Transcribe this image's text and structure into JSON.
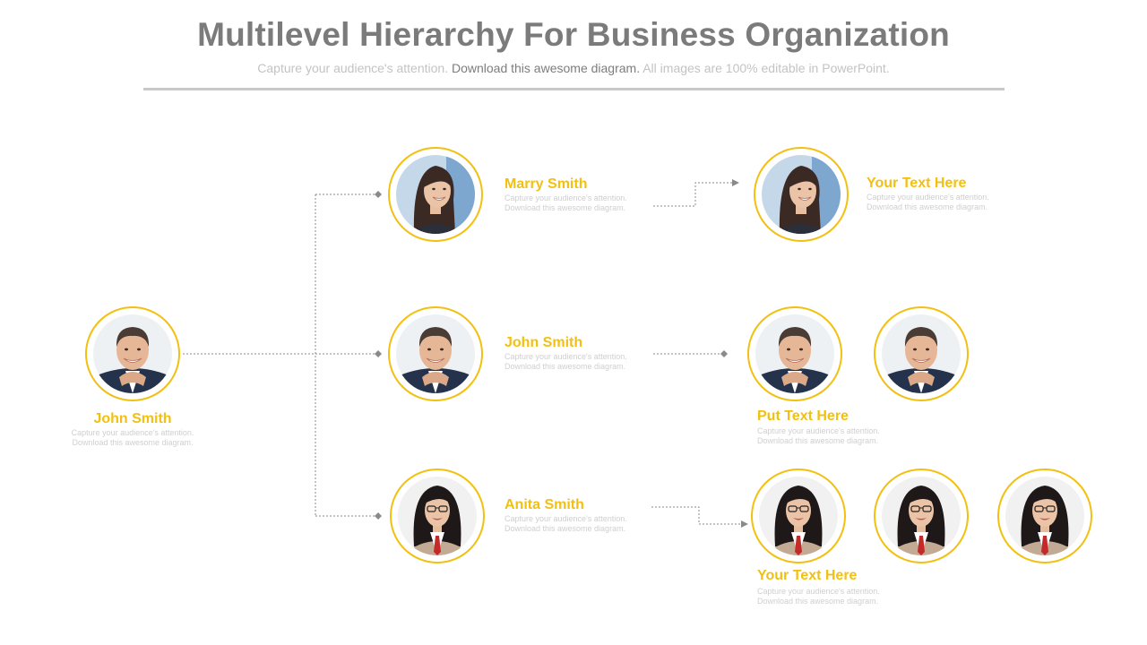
{
  "title": "Multilevel Hierarchy For Business Organization",
  "subtitle": {
    "part1": "Capture your audience's attention.",
    "part2": "Download this awesome diagram.",
    "part3": "All images are 100% editable in PowerPoint."
  },
  "colors": {
    "accent": "#f2c010",
    "title": "#7b7b7b",
    "connector": "#8a8a8a",
    "muted": "#cfcfcf"
  },
  "nodes": {
    "root": {
      "name": "John Smith",
      "desc1": "Capture your audience's attention.",
      "desc2": "Download this awesome diagram.",
      "icon": "businessman-avatar-icon"
    },
    "level1": [
      {
        "name": "Marry Smith",
        "desc1": "Capture your audience's attention.",
        "desc2": "Download this awesome diagram.",
        "icon": "businesswoman-avatar-icon"
      },
      {
        "name": "John Smith",
        "desc1": "Capture your audience's attention.",
        "desc2": "Download this awesome diagram.",
        "icon": "businessman-avatar-icon"
      },
      {
        "name": "Anita Smith",
        "desc1": "Capture your audience's attention.",
        "desc2": "Download this awesome diagram.",
        "icon": "glasses-businesswoman-avatar-icon"
      }
    ],
    "level2": [
      {
        "name": "Your Text Here",
        "desc1": "Capture your audience's attention.",
        "desc2": "Download this awesome diagram.",
        "count": 1
      },
      {
        "name": "Put Text Here",
        "desc1": "Capture your audience's attention.",
        "desc2": "Download this awesome diagram.",
        "count": 2
      },
      {
        "name": "Your Text Here",
        "desc1": "Capture your audience's attention.",
        "desc2": "Download this awesome diagram.",
        "count": 3
      }
    ]
  }
}
